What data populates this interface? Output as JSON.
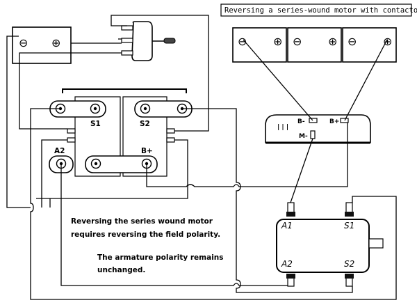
{
  "title": "Reversing a series-wound motor with contactor",
  "batteries": {
    "left": {
      "neg": "⊖",
      "pos": "⊕"
    },
    "right": [
      {
        "neg": "⊖",
        "pos": "⊕"
      },
      {
        "neg": "⊖",
        "pos": "⊕"
      },
      {
        "neg": "⊖",
        "pos": "⊕"
      }
    ]
  },
  "contactor": {
    "s1": "S1",
    "s2": "S2",
    "a2": "A2",
    "bplus": "B+"
  },
  "controller": {
    "bminus": "B-",
    "bplus": "B+",
    "mminus": "M-",
    "mark": "| | |"
  },
  "motor": {
    "a1": "A1",
    "s1": "S1",
    "a2": "A2",
    "s2": "S2"
  },
  "notes": {
    "line1": "Reversing the series wound motor",
    "line2": "requires reversing the field polarity.",
    "line3": "The armature polarity remains",
    "line4": "unchanged."
  }
}
